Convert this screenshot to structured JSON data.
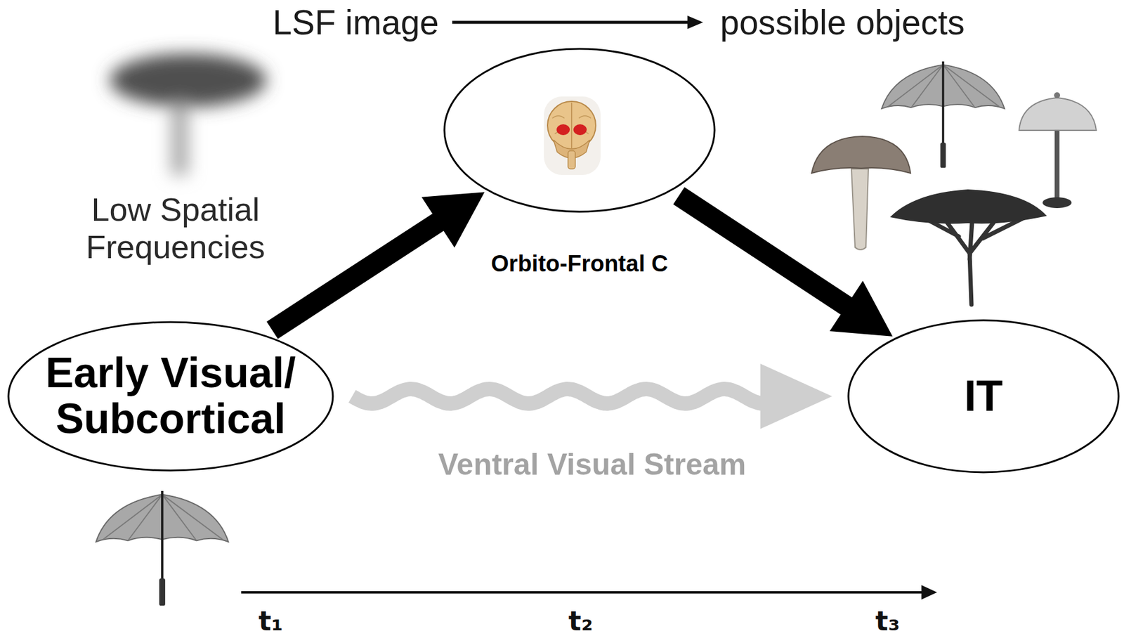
{
  "diagram": {
    "nodes": [
      {
        "text": [
          "Early Visual/ Subcortical"
        ]
      },
      {
        "text": [
          "Orbito-Frontal C"
        ]
      },
      {
        "text": [
          "IT"
        ]
      }
    ],
    "edges": [
      {
        "from": 0,
        "to": 1,
        "arrow": "to"
      },
      {
        "from": 1,
        "to": 2,
        "arrow": "to"
      },
      {
        "from": 0,
        "to": 2,
        "label": "Ventral Visual Stream",
        "arrow": "to"
      }
    ],
    "labels": [
      "LSF image",
      "possible objects",
      "Low Spatial Frequencies",
      "t₁",
      "t₂",
      "t₃"
    ]
  }
}
